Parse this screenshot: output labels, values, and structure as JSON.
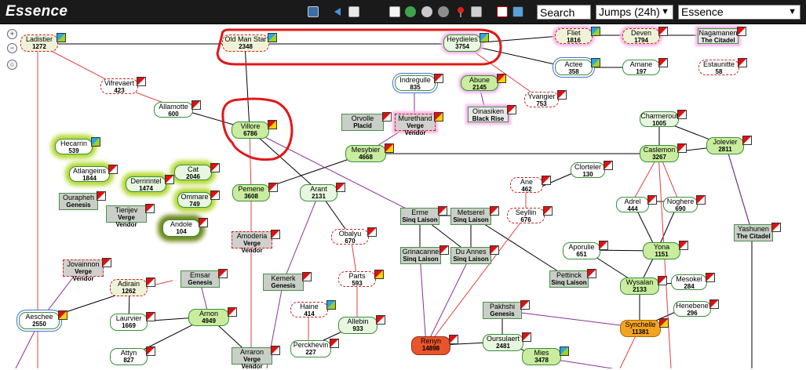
{
  "header": {
    "title": "Essence",
    "search_value": "Search",
    "jumps_option": "Jumps (24h)",
    "region_option": "Essence"
  },
  "toolbar_icons": [
    "export-icon",
    "back-arrow-icon",
    "calendar-icon",
    "list-icon",
    "globe-icon",
    "moon-icon",
    "planet-icon",
    "location-pin-icon",
    "ship-icon",
    "pdf-icon",
    "image-icon"
  ],
  "zoom_controls": [
    "zoom-in",
    "zoom-out",
    "zoom-reset"
  ],
  "systems": [
    {
      "id": "ladistier",
      "name": "Ladistier",
      "count": "1272"
    },
    {
      "id": "old-man-star",
      "name": "Old Man Star",
      "count": "2348"
    },
    {
      "id": "heydieles",
      "name": "Heydieles",
      "count": "3754"
    },
    {
      "id": "fliet",
      "name": "Fliet",
      "count": "1816"
    },
    {
      "id": "deven",
      "name": "Deven",
      "count": "1794"
    },
    {
      "id": "nagamanen",
      "name": "Nagamanen",
      "count": "The Citadel"
    },
    {
      "id": "actee",
      "name": "Actee",
      "count": "358"
    },
    {
      "id": "amane",
      "name": "Amane",
      "count": "197"
    },
    {
      "id": "estaunitte",
      "name": "Estaunitte",
      "count": "58"
    },
    {
      "id": "vifrevaert",
      "name": "Vifrevaert",
      "count": "423"
    },
    {
      "id": "indregulle",
      "name": "Indregulle",
      "count": "835"
    },
    {
      "id": "abune",
      "name": "Abune",
      "count": "2145"
    },
    {
      "id": "yvangier",
      "name": "Yvangier",
      "count": "753"
    },
    {
      "id": "allamotte",
      "name": "Allamotte",
      "count": "600"
    },
    {
      "id": "oinasiken",
      "name": "Oinasiken",
      "count": "Black Rise"
    },
    {
      "id": "villore",
      "name": "Villore",
      "count": "6786"
    },
    {
      "id": "orvolle",
      "name": "Orvolle",
      "count": "Placid"
    },
    {
      "id": "murethand",
      "name": "Murethand",
      "count": "Verge Vendor"
    },
    {
      "id": "charmerout",
      "name": "Charmerout",
      "count": "1005"
    },
    {
      "id": "hecarrin",
      "name": "Hecarrin",
      "count": "539"
    },
    {
      "id": "mesybier",
      "name": "Mesybier",
      "count": "4668"
    },
    {
      "id": "caslemon",
      "name": "Caslemon",
      "count": "3267"
    },
    {
      "id": "jolevier",
      "name": "Jolevier",
      "count": "2811"
    },
    {
      "id": "atlangeins",
      "name": "Atlangeins",
      "count": "1844"
    },
    {
      "id": "cat",
      "name": "Cat",
      "count": "2046"
    },
    {
      "id": "derririntel",
      "name": "Derririntel",
      "count": "1474"
    },
    {
      "id": "clorteler",
      "name": "Clorteler",
      "count": "130"
    },
    {
      "id": "ane",
      "name": "Ane",
      "count": "462"
    },
    {
      "id": "pemene",
      "name": "Pemene",
      "count": "3608"
    },
    {
      "id": "arant",
      "name": "Arant",
      "count": "2131"
    },
    {
      "id": "ommare",
      "name": "Ommare",
      "count": "749"
    },
    {
      "id": "ourapheh",
      "name": "Ourapheh",
      "count": "Genesis"
    },
    {
      "id": "tierijev",
      "name": "Tierijev",
      "count": "Verge Vendor"
    },
    {
      "id": "erme",
      "name": "Erme",
      "count": "Sinq Laison"
    },
    {
      "id": "metserel",
      "name": "Metserel",
      "count": "Sinq Laison"
    },
    {
      "id": "seyllin",
      "name": "Seyllin",
      "count": "676"
    },
    {
      "id": "adrel",
      "name": "Adrel",
      "count": "444"
    },
    {
      "id": "noghere",
      "name": "Noghere",
      "count": "690"
    },
    {
      "id": "andole",
      "name": "Andole",
      "count": "104"
    },
    {
      "id": "obalyu",
      "name": "Obalyu",
      "count": "670"
    },
    {
      "id": "amoderia",
      "name": "Amoderia",
      "count": "Verge Vendor"
    },
    {
      "id": "yashunen",
      "name": "Yashunen",
      "count": "The Citadel"
    },
    {
      "id": "aporulie",
      "name": "Aporulie",
      "count": "651"
    },
    {
      "id": "yona",
      "name": "Yona",
      "count": "1151"
    },
    {
      "id": "grinacanne",
      "name": "Grinacanne",
      "count": "Sinq Laison"
    },
    {
      "id": "du-annes",
      "name": "Du Annes",
      "count": "Sinq Laison"
    },
    {
      "id": "jovainnon",
      "name": "Jovainnon",
      "count": "Verge Vendor"
    },
    {
      "id": "emsar",
      "name": "Emsar",
      "count": "Genesis"
    },
    {
      "id": "parts",
      "name": "Parts",
      "count": "593"
    },
    {
      "id": "kemerk",
      "name": "Kemerk",
      "count": "Genesis"
    },
    {
      "id": "pettinck",
      "name": "Pettinck",
      "count": "Sinq Laison"
    },
    {
      "id": "adirain",
      "name": "Adirain",
      "count": "1262"
    },
    {
      "id": "mesokel",
      "name": "Mesokel",
      "count": "284"
    },
    {
      "id": "wysalan",
      "name": "Wysalan",
      "count": "2133"
    },
    {
      "id": "haine",
      "name": "Haine",
      "count": "414"
    },
    {
      "id": "pakhshi",
      "name": "Pakhshi",
      "count": "Genesis"
    },
    {
      "id": "henebene",
      "name": "Henebene",
      "count": "296"
    },
    {
      "id": "aeschee",
      "name": "Aeschee",
      "count": "2550"
    },
    {
      "id": "laurvier",
      "name": "Laurvier",
      "count": "1669"
    },
    {
      "id": "arnon",
      "name": "Arnon",
      "count": "4949"
    },
    {
      "id": "allebin",
      "name": "Allebin",
      "count": "933"
    },
    {
      "id": "synchelle",
      "name": "Synchelle",
      "count": "11381"
    },
    {
      "id": "oursulaert",
      "name": "Oursulaert",
      "count": "2481"
    },
    {
      "id": "perckhevin",
      "name": "Perckhevin",
      "count": "227"
    },
    {
      "id": "renyn",
      "name": "Renyn",
      "count": "14898"
    },
    {
      "id": "mies",
      "name": "Mies",
      "count": "3478"
    },
    {
      "id": "attyn",
      "name": "Attyn",
      "count": "827"
    },
    {
      "id": "arraron",
      "name": "Arraron",
      "count": "Verge Vendor"
    }
  ]
}
